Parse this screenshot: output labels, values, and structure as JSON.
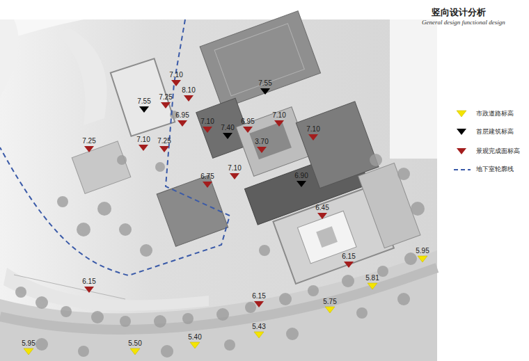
{
  "diagram": {
    "title": "竖向设计分析",
    "labels": [
      "General design functional design",
      "7.10",
      "7.25",
      "8.10",
      "7.55",
      "7.55",
      "6.95",
      "7.10",
      "7.40",
      "6.95",
      "7.10",
      "7.10",
      "7.25",
      "7.10",
      "7.25",
      "3.70",
      "7.10",
      "6.75",
      "6.90",
      "6.45",
      "6.15",
      "5.95",
      "5.81",
      "6.15",
      "6.15",
      "5.75",
      "5.43",
      "5.40",
      "5.95",
      "5.50"
    ],
    "legend": [
      {
        "text": "市政道路标高",
        "color": "#f4e400"
      },
      {
        "text": "首层建筑标高",
        "color": "#000000"
      },
      {
        "text": "景观完成面标高",
        "color": "#a31d1d"
      },
      {
        "text": "地下室轮廓线"
      }
    ]
  }
}
